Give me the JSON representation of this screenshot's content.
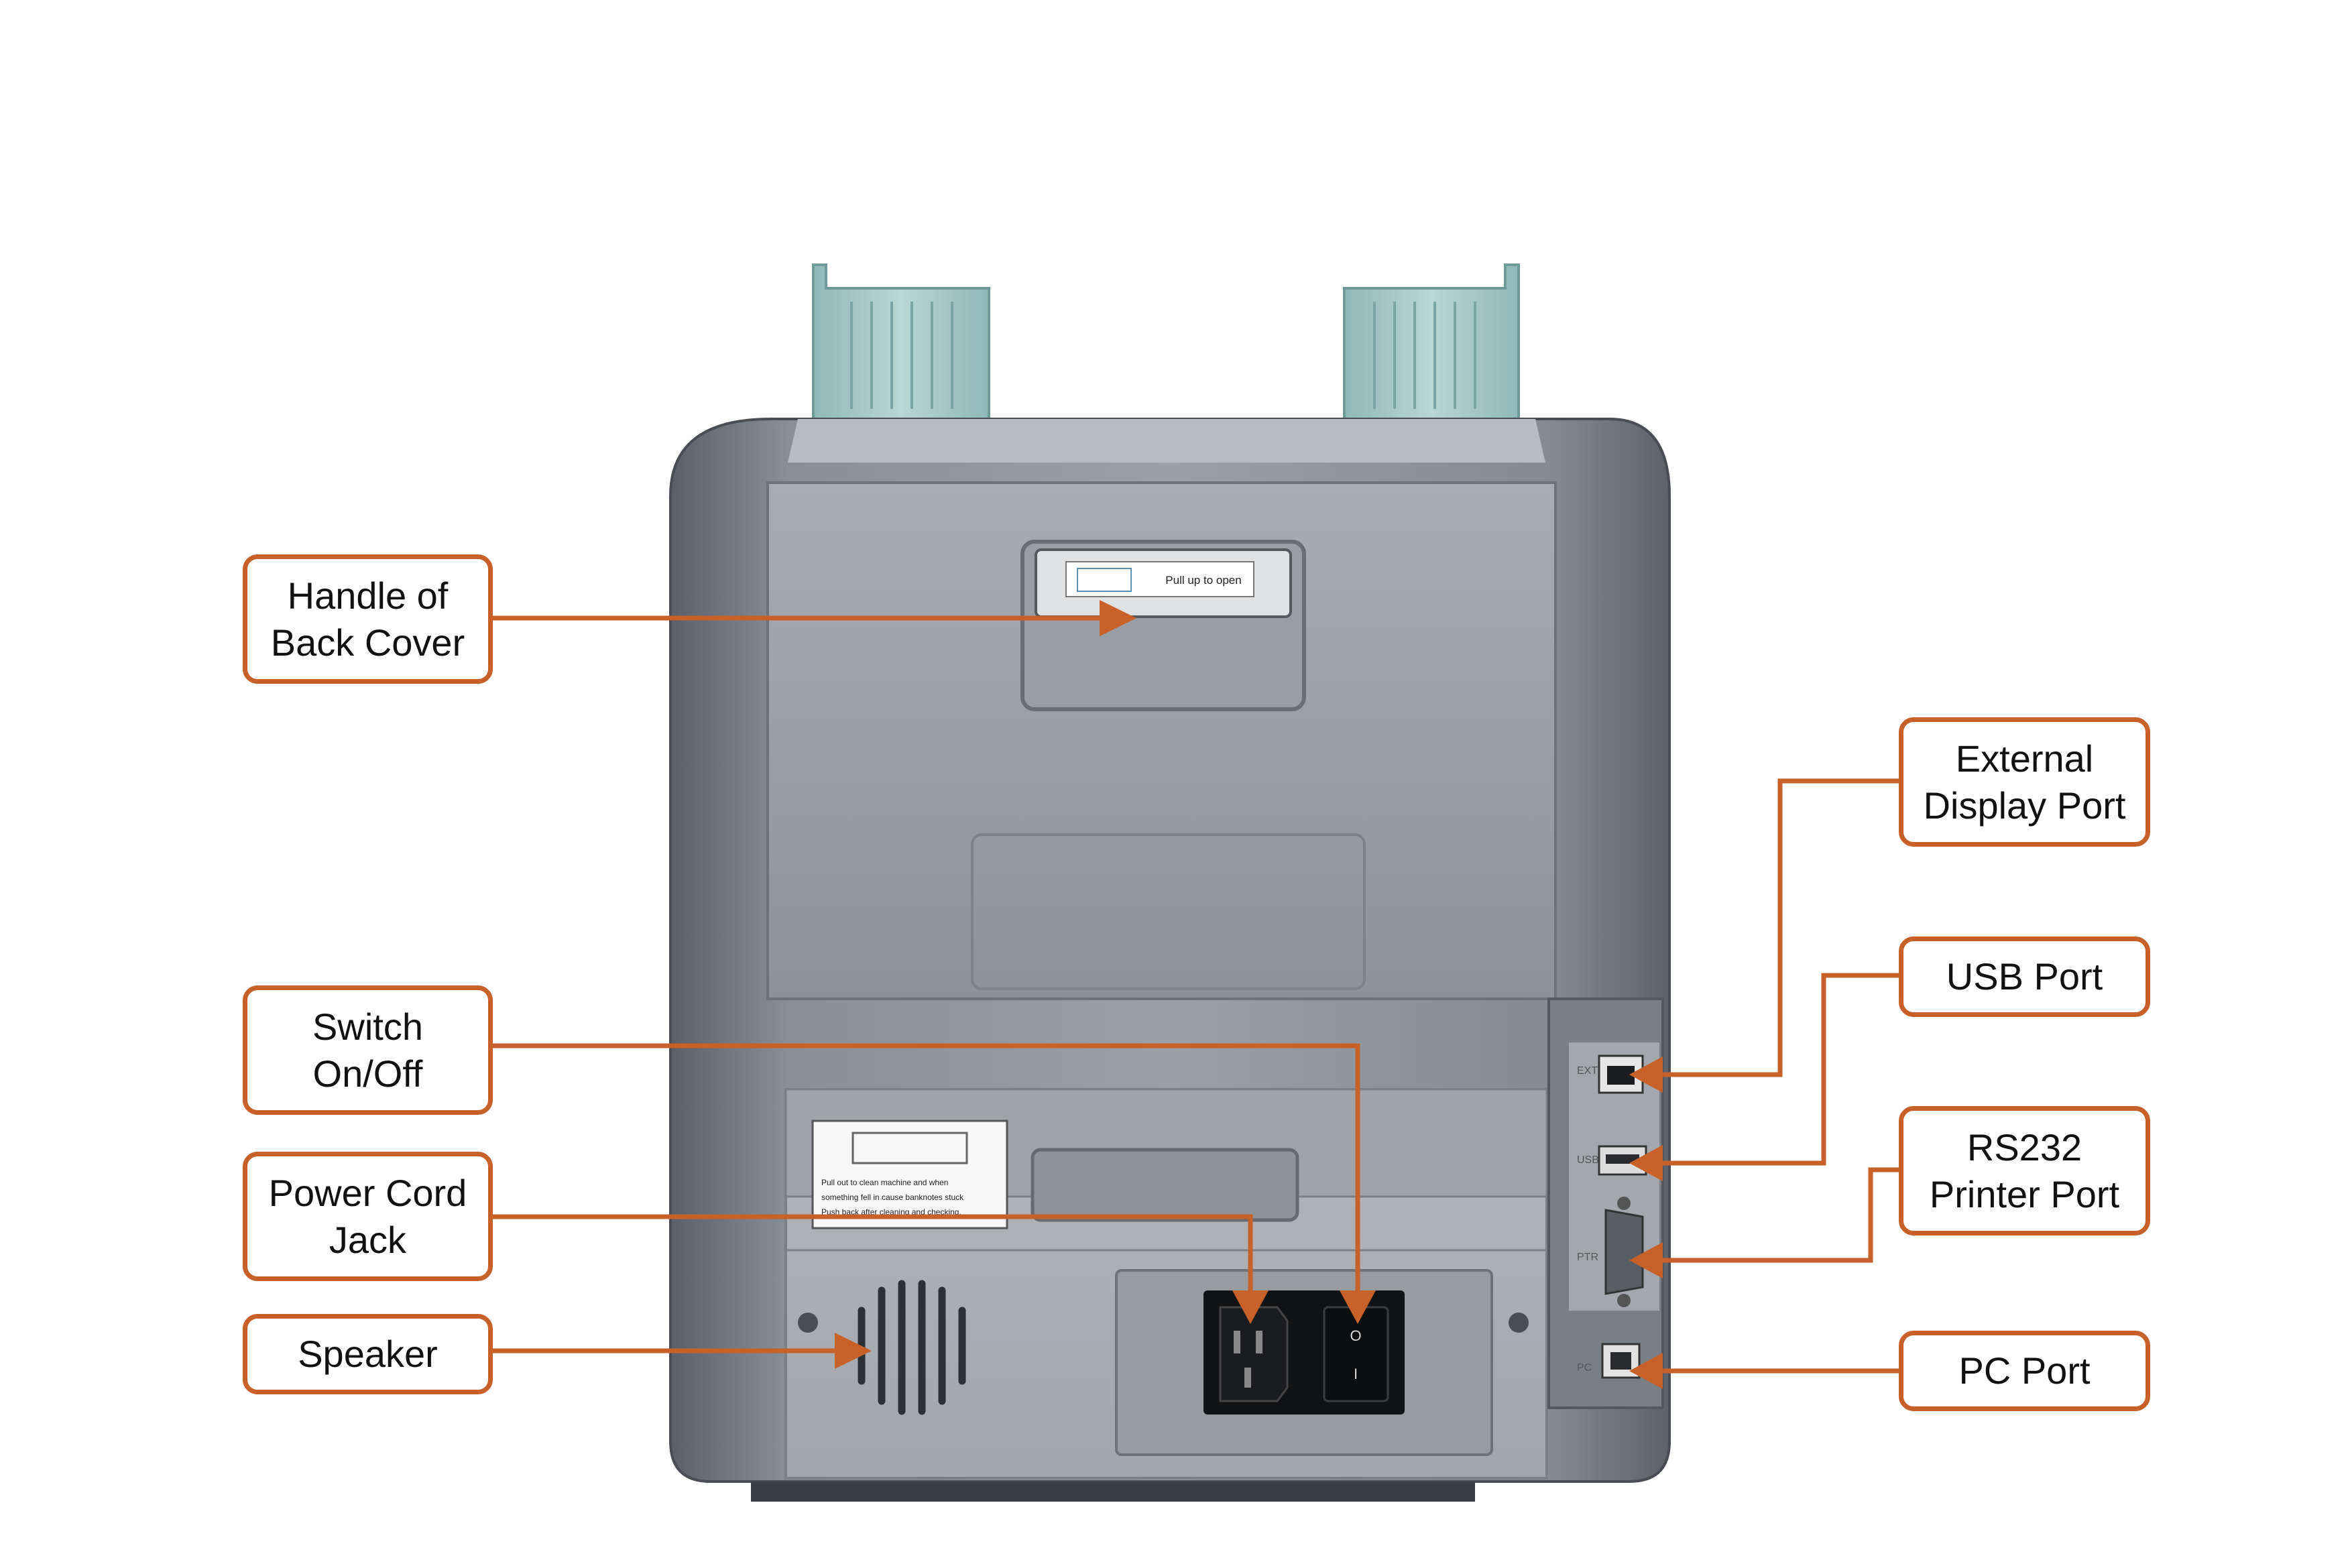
{
  "accent_color": "#c8602a",
  "machine": {
    "name": "banknote-counter-back-view",
    "handle_label_text": "Pull up to open",
    "warning_label_lines": [
      "Pull out to clean machine and when",
      "something fell in cause banknotes stuck",
      "Push back after cleaning and checking."
    ],
    "port_side_labels": [
      "EXT",
      "USB",
      "PTR",
      "PC"
    ],
    "switch_symbols": {
      "on": "O",
      "off": "I"
    }
  },
  "callouts": {
    "handle": {
      "line1": "Handle of",
      "line2": "Back Cover"
    },
    "switch": {
      "line1": "Switch",
      "line2": "On/Off"
    },
    "power": {
      "line1": "Power Cord",
      "line2": "Jack"
    },
    "speaker": {
      "line1": "Speaker"
    },
    "ext_display": {
      "line1": "External",
      "line2": "Display Port"
    },
    "usb": {
      "line1": "USB Port"
    },
    "rs232": {
      "line1": "RS232",
      "line2": "Printer Port"
    },
    "pc": {
      "line1": "PC Port"
    }
  }
}
